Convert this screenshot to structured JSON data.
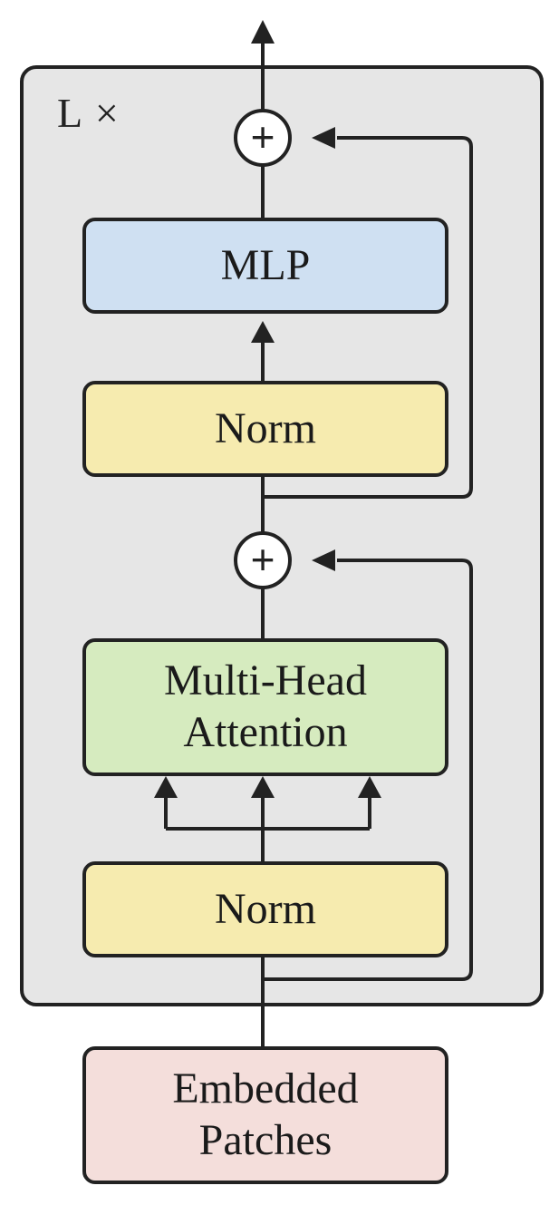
{
  "colors": {
    "container_fill": "#e6e6e6",
    "mlp_fill": "#cfe0f2",
    "norm_fill": "#f6ebaf",
    "attention_fill": "#d6ebbf",
    "embedded_fill": "#f4dedb",
    "stroke": "#222222"
  },
  "diagram": {
    "repeat_label": "L ×",
    "add_symbol": "+",
    "blocks": {
      "mlp": "MLP",
      "norm_top": "Norm",
      "attention_line1": "Multi-Head",
      "attention_line2": "Attention",
      "norm_bottom": "Norm",
      "embedded_line1": "Embedded",
      "embedded_line2": "Patches"
    }
  }
}
